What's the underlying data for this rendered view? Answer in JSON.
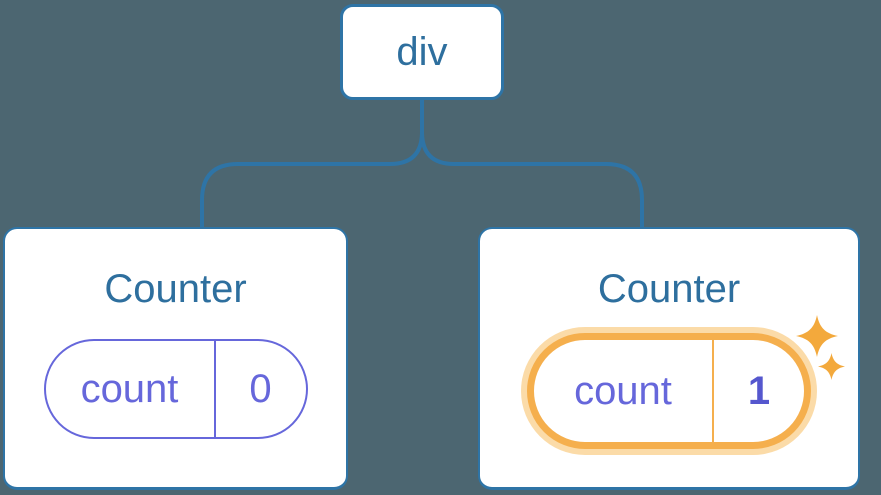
{
  "diagram": {
    "description": "React component tree diagram showing state preserved per component position",
    "colors": {
      "background": "#4C6671",
      "line_blue": "#2E74A6",
      "node_text_blue": "#2E6F9E",
      "card_background": "#FFFFFF",
      "state_purple": "#6667DB",
      "state_value_bold_purple": "#5557CE",
      "highlight_amber": "#F5AF4D",
      "highlight_glow": "#FBDBA8",
      "sparkle_orange": "#F3A93C"
    },
    "tree": {
      "root": {
        "label": "div"
      },
      "children": [
        {
          "title": "Counter",
          "state": {
            "key": "count",
            "value": "0"
          },
          "highlighted": false
        },
        {
          "title": "Counter",
          "state": {
            "key": "count",
            "value": "1"
          },
          "highlighted": true
        }
      ]
    }
  }
}
